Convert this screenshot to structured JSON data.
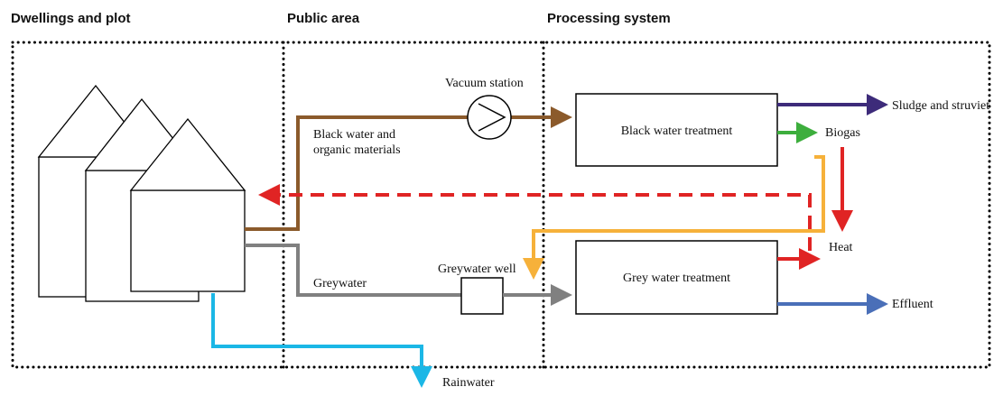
{
  "sections": {
    "dwellings": "Dwellings and plot",
    "public": "Public area",
    "processing": "Processing system"
  },
  "labels": {
    "vacuum_station": "Vacuum station",
    "black_water_line1": "Black water and",
    "black_water_line2": "organic materials",
    "greywater": "Greywater",
    "greywater_well": "Greywater well",
    "black_water_treatment": "Black water treatment",
    "grey_water_treatment": "Grey water treatment",
    "sludge": "Sludge and struviet",
    "biogas": "Biogas",
    "heat": "Heat",
    "effluent": "Effluent",
    "rainwater": "Rainwater"
  },
  "colors": {
    "black_water_flow": "#8B5A2B",
    "greywater_flow": "#808080",
    "rainwater_flow": "#1BB7E6",
    "sludge_flow": "#3D2B7A",
    "biogas_flow": "#3DAE3D",
    "biogas_to_grey_flow": "#F6B13A",
    "heat_flow": "#E02424",
    "effluent_flow": "#4A6FB8"
  }
}
